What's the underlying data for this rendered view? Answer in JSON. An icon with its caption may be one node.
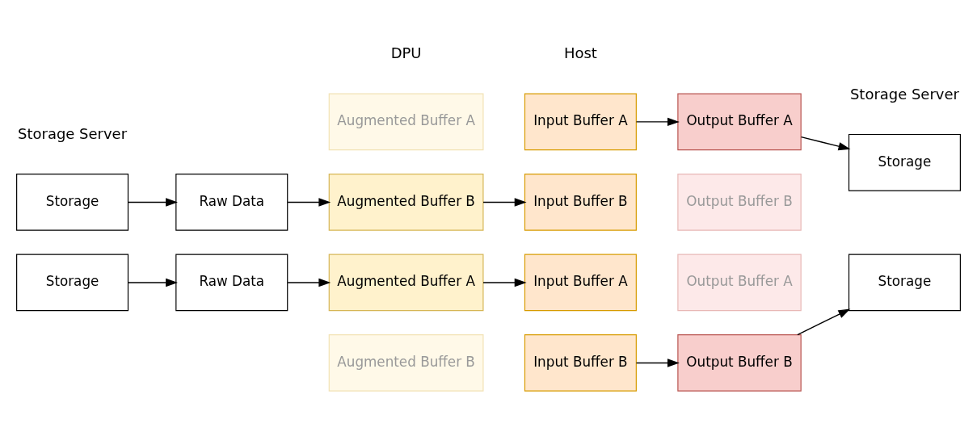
{
  "diagram": {
    "nodes": [
      {
        "text": [
          "Storage"
        ]
      },
      {
        "text": [
          "Raw Data"
        ]
      },
      {
        "text": [
          "Augmented Buffer A"
        ]
      },
      {
        "text": [
          "Augmented Buffer B"
        ]
      },
      {
        "text": [
          "Input Buffer A"
        ]
      },
      {
        "text": [
          "Input Buffer B"
        ]
      },
      {
        "text": [
          "Output Buffer A"
        ]
      },
      {
        "text": [
          "Output Buffer B"
        ]
      },
      {
        "text": [
          "Storage"
        ]
      },
      {
        "text": [
          "Storage"
        ]
      },
      {
        "text": [
          "Raw Data"
        ]
      },
      {
        "text": [
          "Augmented Buffer A"
        ]
      },
      {
        "text": [
          "Augmented Buffer B"
        ]
      },
      {
        "text": [
          "Input Buffer A"
        ]
      },
      {
        "text": [
          "Input Buffer B"
        ]
      },
      {
        "text": [
          "Output Buffer A"
        ]
      },
      {
        "text": [
          "Output Buffer B"
        ]
      },
      {
        "text": [
          "Storage"
        ]
      }
    ],
    "edges": [
      {
        "from": 0,
        "to": 1,
        "arrow": "to"
      },
      {
        "from": 1,
        "to": 3,
        "arrow": "to"
      },
      {
        "from": 3,
        "to": 5,
        "arrow": "to"
      },
      {
        "from": 4,
        "to": 6,
        "arrow": "to"
      },
      {
        "from": 6,
        "to": 8,
        "arrow": "to"
      },
      {
        "from": 9,
        "to": 10,
        "arrow": "to"
      },
      {
        "from": 10,
        "to": 11,
        "arrow": "to"
      },
      {
        "from": 11,
        "to": 13,
        "arrow": "to"
      },
      {
        "from": 14,
        "to": 16,
        "arrow": "to"
      },
      {
        "from": 16,
        "to": 17,
        "arrow": "to"
      }
    ],
    "labels": [
      "Storage Server",
      "DPU",
      "Host",
      "Storage Server"
    ]
  }
}
